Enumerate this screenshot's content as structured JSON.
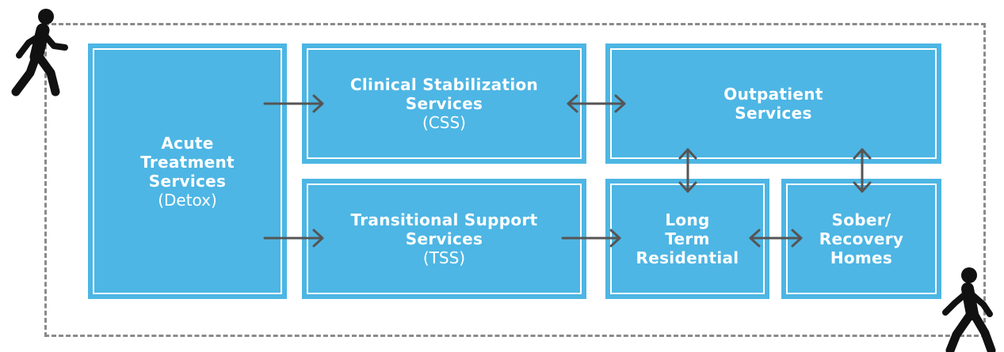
{
  "boxes": {
    "detox": {
      "lines": [
        "Acute",
        "Treatment",
        "Services"
      ],
      "sub": "(Detox)"
    },
    "css": {
      "lines": [
        "Clinical Stabilization",
        "Services"
      ],
      "sub": "(CSS)"
    },
    "tss": {
      "lines": [
        "Transitional Support",
        "Services"
      ],
      "sub": "(TSS)"
    },
    "outpatient": {
      "lines": [
        "Outpatient",
        "Services"
      ]
    },
    "long_term": {
      "lines": [
        "Long",
        "Term",
        "Residential"
      ]
    },
    "sober": {
      "lines": [
        "Sober/",
        "Recovery",
        "Homes"
      ]
    }
  },
  "icons": {
    "start": "walking-person-icon",
    "end": "walking-person-icon"
  },
  "colors": {
    "box": "#4db6e4",
    "arrow": "#555555",
    "dashed_border": "#8a8a8a",
    "person": "#111111"
  }
}
